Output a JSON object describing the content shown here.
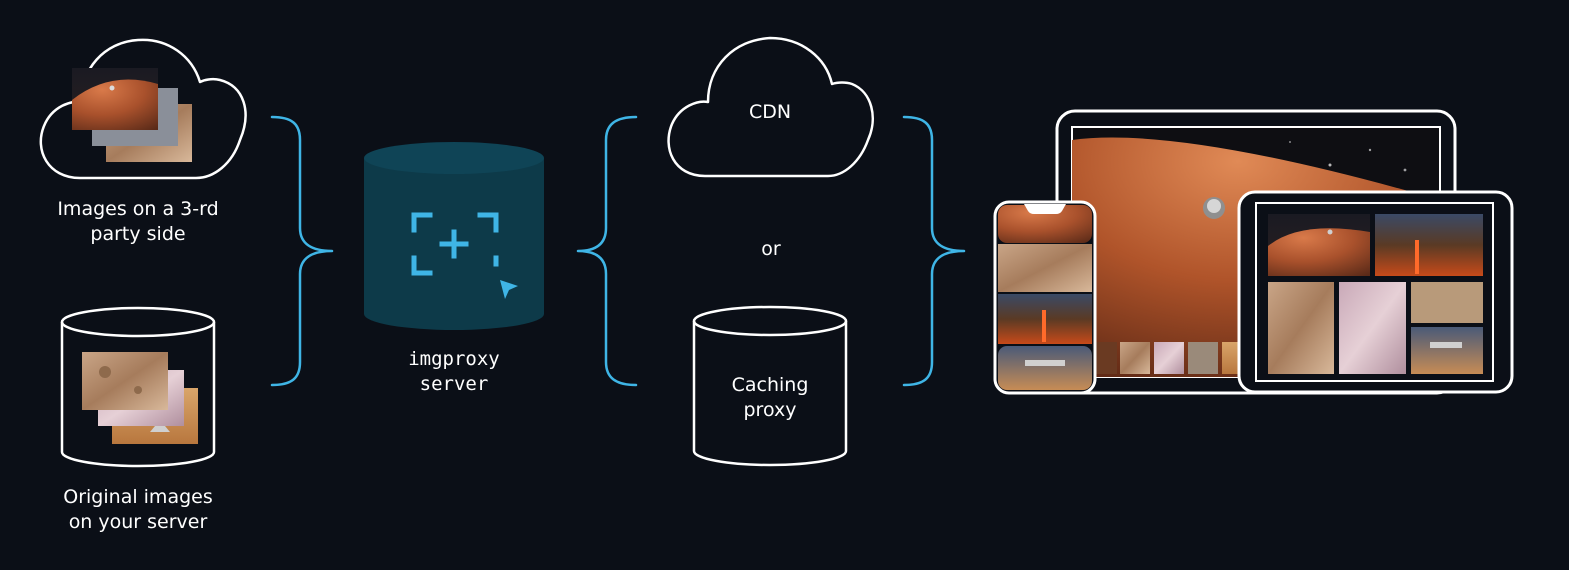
{
  "sources": {
    "third_party_label": [
      "Images on a 3-rd",
      "party side"
    ],
    "own_server_label": [
      "Original images",
      "on your server"
    ]
  },
  "server": {
    "label": [
      "imgproxy",
      "server"
    ]
  },
  "cache": {
    "cdn_label": "CDN",
    "or_label": "or",
    "caching_proxy_label": [
      "Caching",
      "proxy"
    ]
  },
  "colors": {
    "background": "#0b0f17",
    "accent": "#3fb5e6",
    "server_fill": "#0d3a49",
    "stroke": "#ffffff"
  },
  "icons": {
    "server_logo": "crop-plus-icon",
    "cursor": "cursor-arrow-icon"
  }
}
